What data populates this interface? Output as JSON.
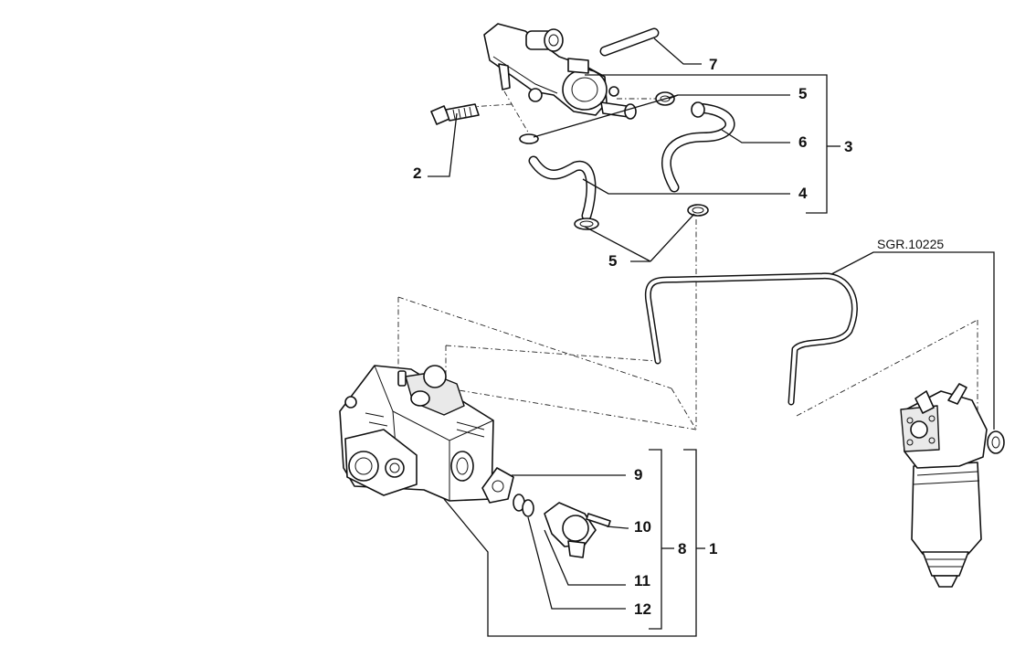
{
  "diagram": {
    "reference_code": "SGR.10225",
    "callouts": {
      "c1": "1",
      "c2": "2",
      "c3": "3",
      "c4": "4",
      "c5a": "5",
      "c5b": "5",
      "c6": "6",
      "c7": "7",
      "c8": "8",
      "c9": "9",
      "c10": "10",
      "c11": "11",
      "c12": "12"
    }
  }
}
